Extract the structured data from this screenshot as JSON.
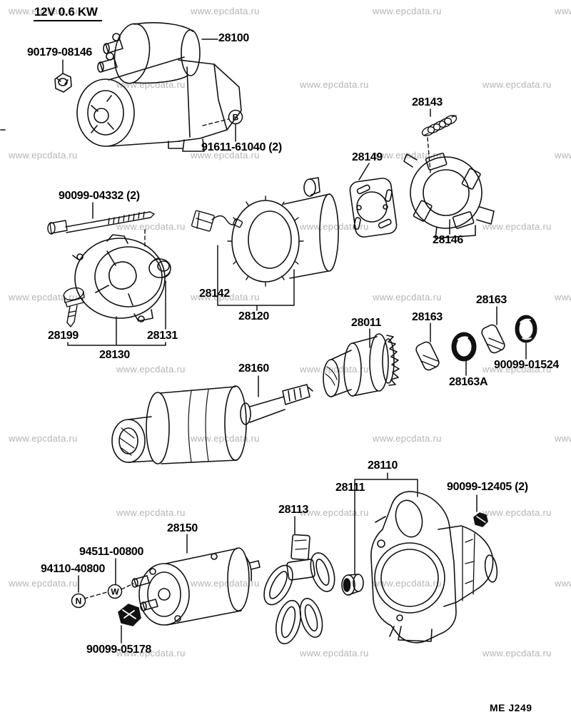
{
  "spec_title": "12V 0.6 KW",
  "figure_code": "ME J249",
  "watermark": {
    "text": "www.epcdata.ru"
  },
  "colors": {
    "line": "#111111",
    "watermark": "#b4b4b4",
    "background": "#ffffff"
  },
  "callouts": {
    "b": "B",
    "w": "W",
    "n": "N"
  },
  "labels": {
    "l28100": "28100",
    "l90179_08146": "90179-08146",
    "l91611_61040": "91611-61040 (2)",
    "l28143": "28143",
    "l28149": "28149",
    "l28146": "28146",
    "l90099_04332": "90099-04332 (2)",
    "l28142": "28142",
    "l28120": "28120",
    "l28199": "28199",
    "l28131": "28131",
    "l28130": "28130",
    "l28160": "28160",
    "l28011": "28011",
    "l28163": "28163",
    "l28163a": "28163A",
    "l90099_01524": "90099-01524",
    "l28150": "28150",
    "l94511_00800": "94511-00800",
    "l94110_40800": "94110-40800",
    "l90099_05178": "90099-05178",
    "l28113": "28113",
    "l28111": "28111",
    "l28110": "28110",
    "l90099_12405": "90099-12405 (2)"
  }
}
